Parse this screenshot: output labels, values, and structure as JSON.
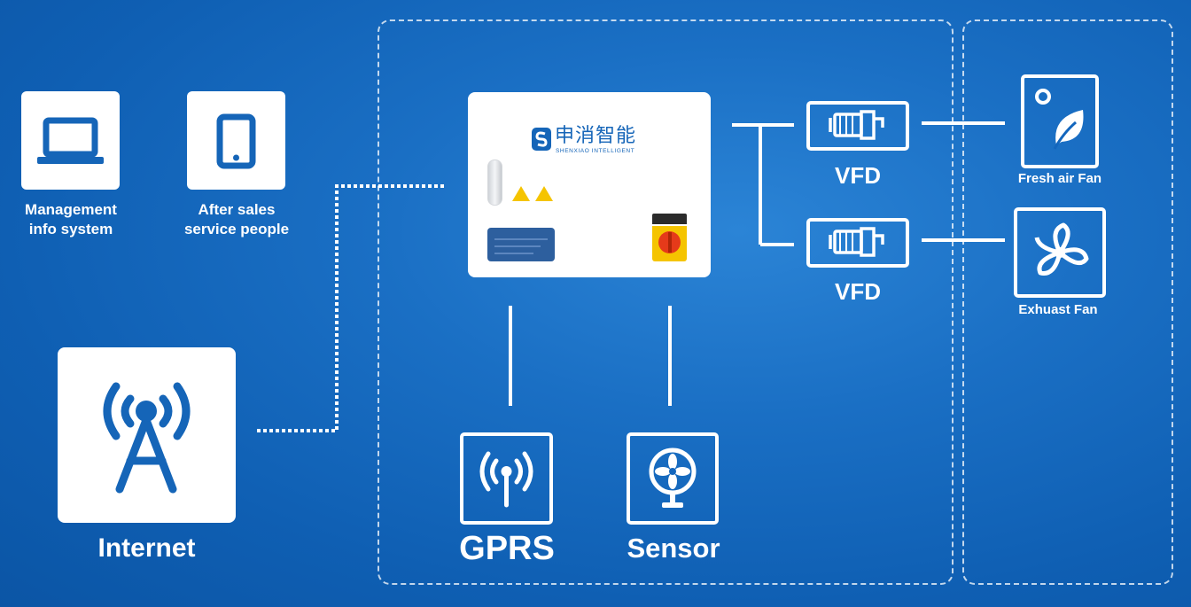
{
  "nodes": {
    "management": "Management\ninfo system",
    "after_sales": "After sales\nservice people",
    "internet": "Internet",
    "gprs": "GPRS",
    "sensor": "Sensor",
    "vfd_top": "VFD",
    "vfd_bottom": "VFD",
    "fresh_air_fan": "Fresh air Fan",
    "exhaust_fan": "Exhuast Fan"
  },
  "controller": {
    "brand_cn": "申消智能",
    "brand_en": "SHENXIAO INTELLIGENT"
  },
  "colors": {
    "background": "#1366bd",
    "icon_blue": "#1565b8",
    "warning_yellow": "#f5c400",
    "switch_red": "#e53a1a",
    "display_blue": "#2d5f9e"
  }
}
